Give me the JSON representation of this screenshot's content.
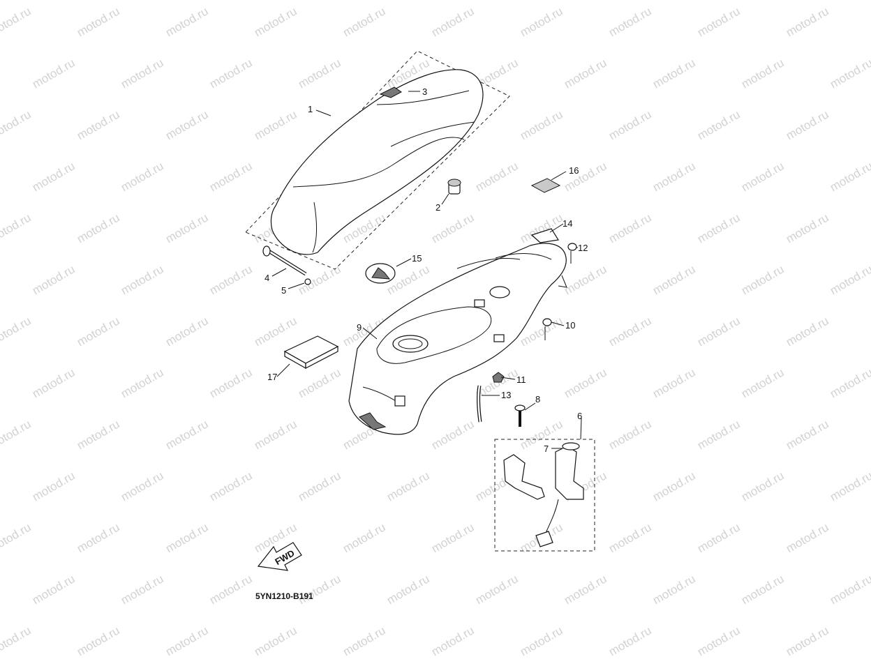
{
  "watermark": "motod.ru",
  "diagram_code": "5YN1210-B191",
  "direction_arrow": "FWD",
  "callouts": [
    "1",
    "2",
    "3",
    "4",
    "5",
    "6",
    "7",
    "8",
    "9",
    "10",
    "11",
    "12",
    "13",
    "14",
    "15",
    "16",
    "17"
  ]
}
